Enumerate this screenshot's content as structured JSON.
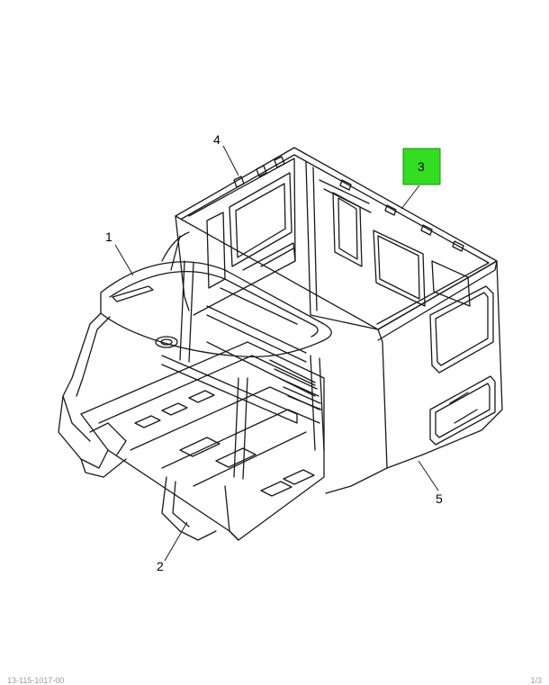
{
  "callouts": [
    {
      "id": "1",
      "label": "1",
      "highlighted": false
    },
    {
      "id": "2",
      "label": "2",
      "highlighted": false
    },
    {
      "id": "3",
      "label": "3",
      "highlighted": true
    },
    {
      "id": "4",
      "label": "4",
      "highlighted": false
    },
    {
      "id": "5",
      "label": "5",
      "highlighted": false
    }
  ],
  "highlight_color": "#33dd22",
  "footer": {
    "left_text": "13-115-1017-00",
    "right_text": "1/3"
  }
}
